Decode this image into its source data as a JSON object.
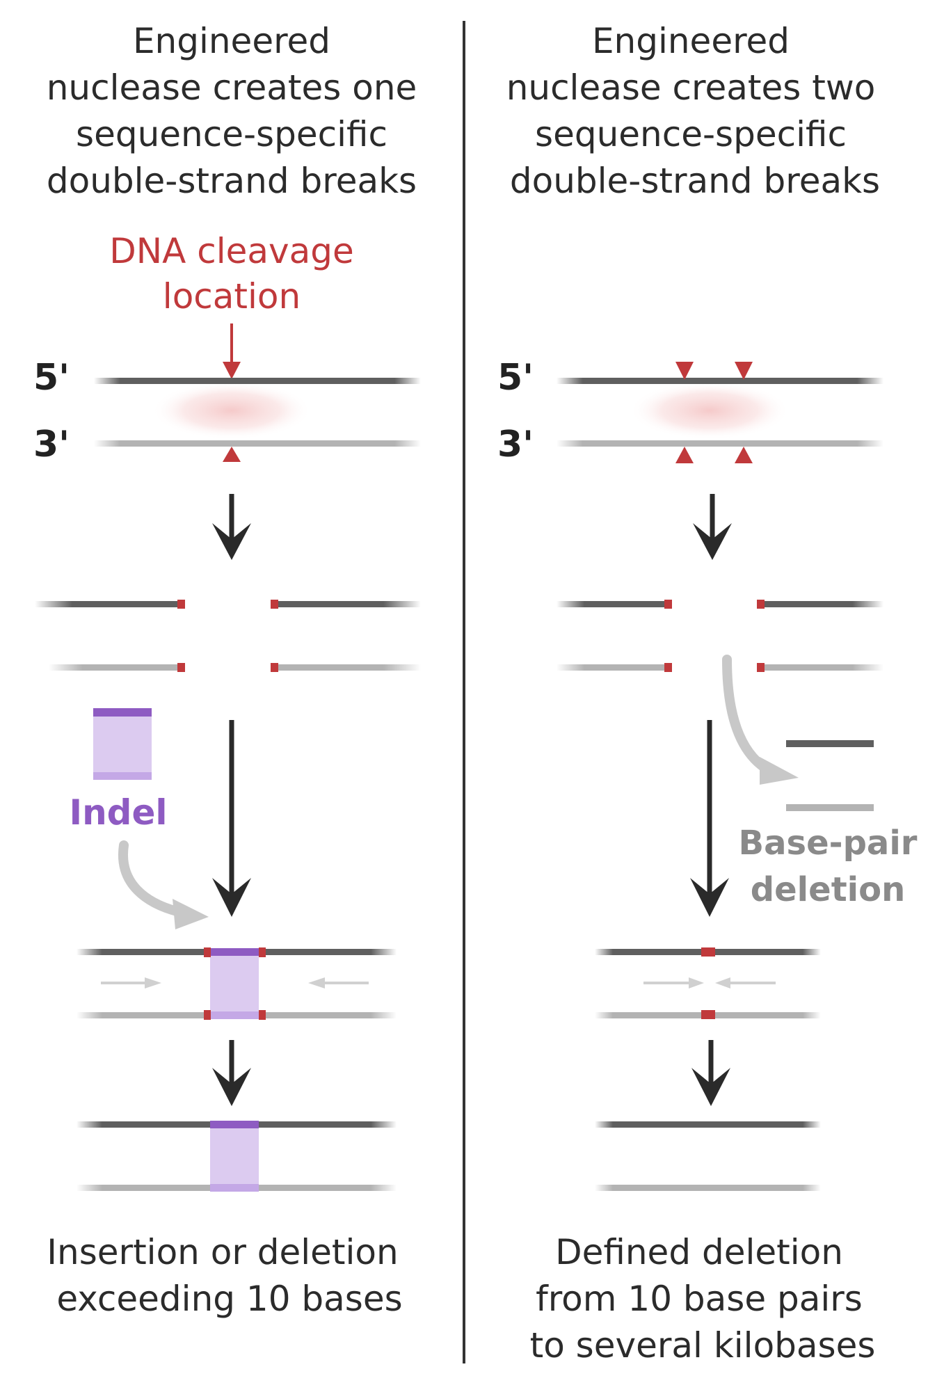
{
  "left_panel": {
    "title_lines": [
      "Engineered",
      "nuclease creates one",
      "sequence-specific",
      "double-strand breaks"
    ],
    "cleavage_label_lines": [
      "DNA cleavage",
      "location"
    ],
    "strand_5_label": "5'",
    "strand_3_label": "3'",
    "insert_label": "Indel",
    "result_lines": [
      "Insertion or deletion",
      "exceeding 10 bases"
    ]
  },
  "right_panel": {
    "title_lines": [
      "Engineered",
      "nuclease creates two",
      "sequence-specific",
      "double-strand breaks"
    ],
    "strand_5_label": "5'",
    "strand_3_label": "3'",
    "removed_label_lines": [
      "Base-pair",
      "deletion"
    ],
    "result_lines": [
      "Defined deletion",
      "from 10 base pairs",
      "to several kilobases"
    ]
  },
  "colors": {
    "title_text": "#2b2b2b",
    "cleavage_red": "#c0393b",
    "top_strand": "#5f5f5f",
    "bottom_strand": "#b3b3b3",
    "indel_purple": "#8e5bc2",
    "indel_fill": "#dccbf0",
    "arrow_dark": "#2a2a2a",
    "arrow_light": "#c8c8c8",
    "label_gray": "#8a8a8a",
    "divider": "#333333"
  }
}
